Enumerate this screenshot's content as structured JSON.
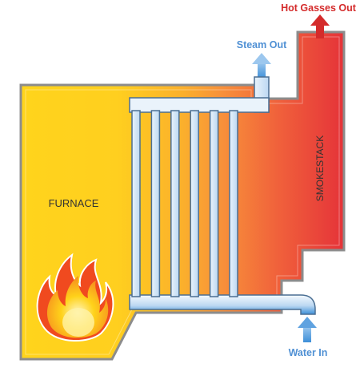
{
  "diagram": {
    "labels": {
      "hot_gasses_out": "Hot Gasses Out",
      "steam_out": "Steam Out",
      "furnace": "FURNACE",
      "smokestack": "SMOKESTACK",
      "water_in": "Water In"
    },
    "colors": {
      "outline": "#8c8c8c",
      "furnace_yellow": "#ffd21a",
      "heat_orange": "#f8913a",
      "smokestack_red": "#e53339",
      "pipe_light": "#e8f2fb",
      "pipe_blue": "#3d8fd8",
      "pipe_edge": "#4b6f93",
      "label_blue": "#4f90d4",
      "label_red": "#d42b2b",
      "text_dark": "#333333"
    },
    "tube_count": 6
  }
}
